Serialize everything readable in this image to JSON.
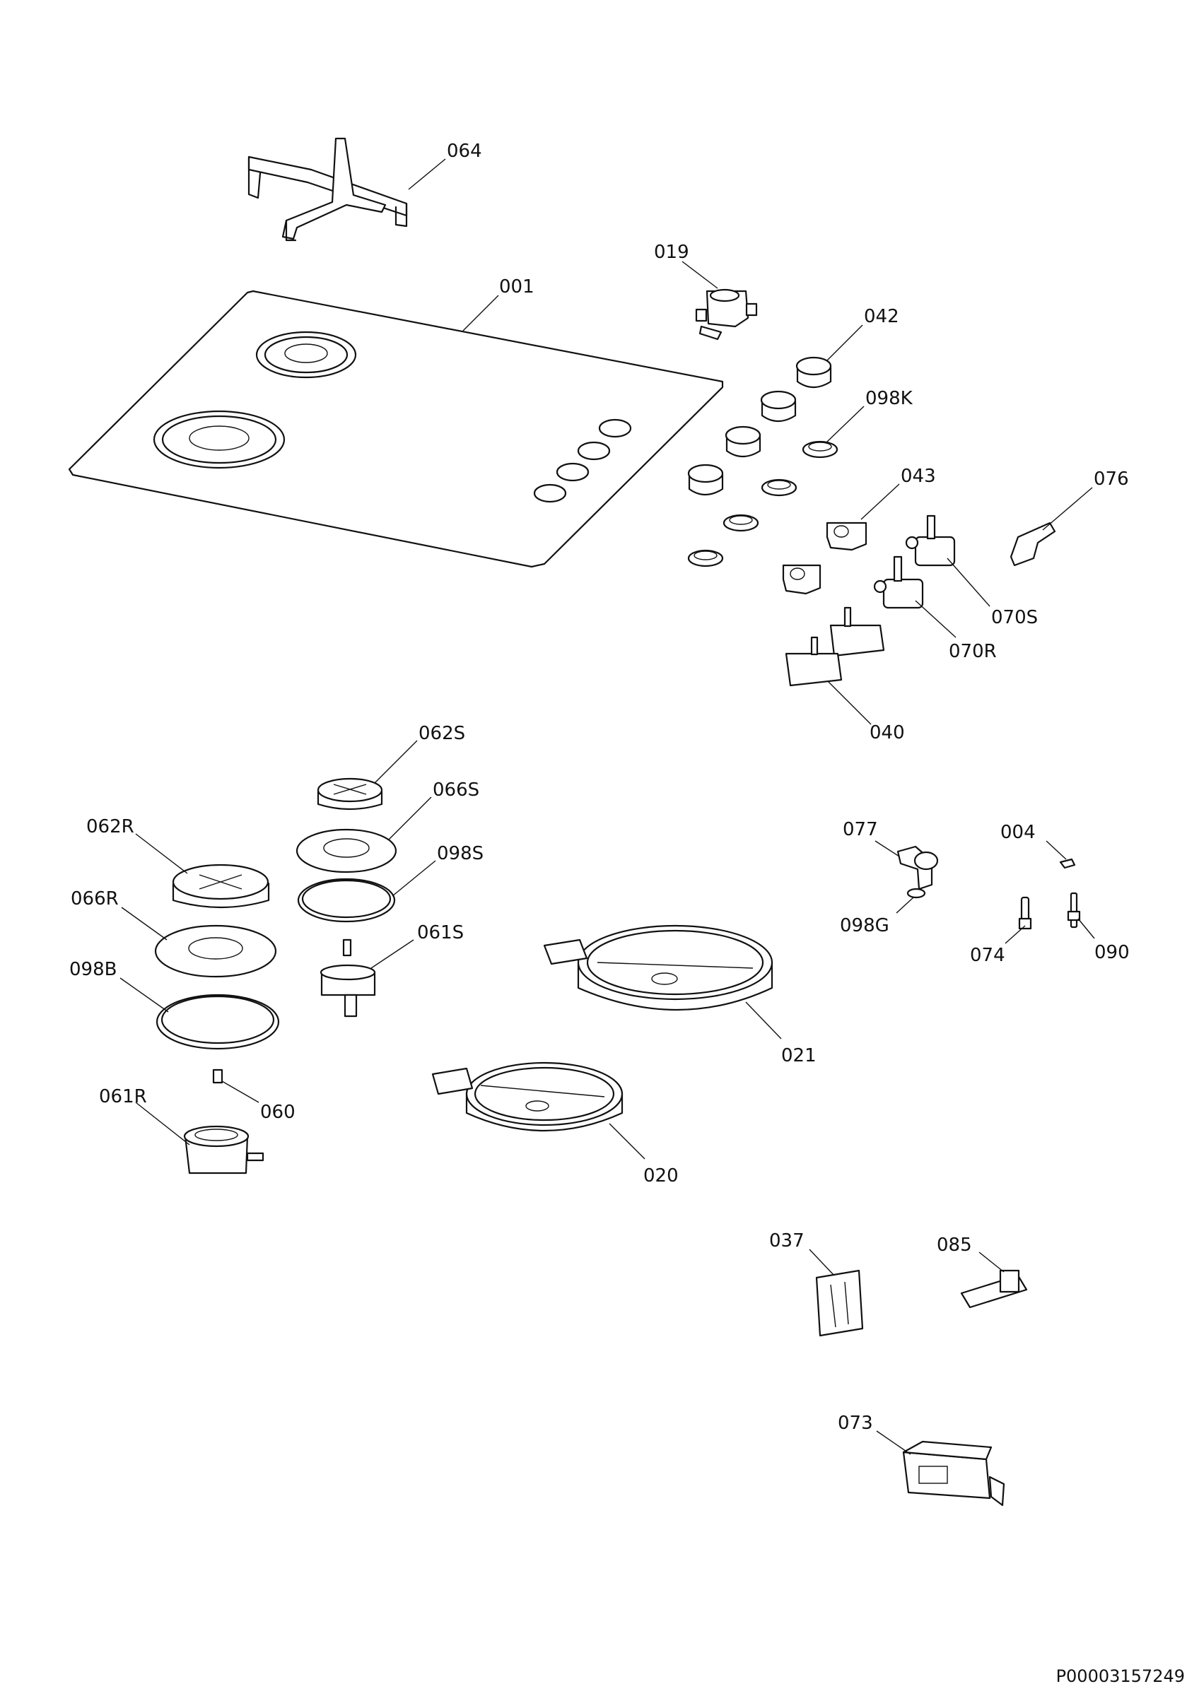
{
  "labels": {
    "p064": "064",
    "p019": "019",
    "p001": "001",
    "p042": "042",
    "p098K": "098K",
    "p043": "043",
    "p076": "076",
    "p070S": "070S",
    "p070R": "070R",
    "p040": "040",
    "p062S": "062S",
    "p066S": "066S",
    "p098S": "098S",
    "p061S": "061S",
    "p062R": "062R",
    "p066R": "066R",
    "p098B": "098B",
    "p060": "060",
    "p061R": "061R",
    "p077": "077",
    "p098G": "098G",
    "p004": "004",
    "p074": "074",
    "p090": "090",
    "p021": "021",
    "p020": "020",
    "p037": "037",
    "p085": "085",
    "p073": "073"
  },
  "document_id": "P00003157249"
}
